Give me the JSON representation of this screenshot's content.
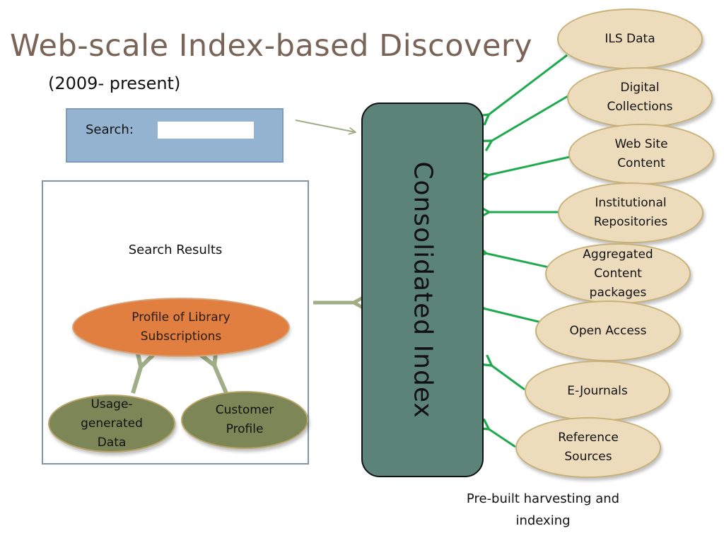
{
  "slide": {
    "title": "Web-scale Index-based Discovery",
    "subtitle": "(2009- present)"
  },
  "search": {
    "label": "Search:",
    "value": "",
    "placeholder": ""
  },
  "results": {
    "title": "Search Results",
    "profile": "Profile of Library Subscriptions",
    "inputs": [
      {
        "label": "Usage-generated Data"
      },
      {
        "label": "Customer Profile"
      }
    ]
  },
  "index": {
    "label": "Consolidated Index"
  },
  "sources": [
    {
      "label": "ILS Data"
    },
    {
      "label": "Digital Collections"
    },
    {
      "label": "Web Site Content"
    },
    {
      "label": "Institutional Repositories"
    },
    {
      "label": "Aggregated Content packages"
    },
    {
      "label": "Open Access"
    },
    {
      "label": "E-Journals"
    },
    {
      "label": "Reference Sources"
    }
  ],
  "footer": "Pre-built harvesting and indexing",
  "colors": {
    "title": "#7a6458",
    "search_box": "#93b3d1",
    "index": "#5c8377",
    "source_fill": "#ecdcbc",
    "profile_fill": "#e07f40",
    "olive_fill": "#7d8656",
    "green_arrow": "#1faa4f",
    "sage_arrow": "#9fae86"
  }
}
